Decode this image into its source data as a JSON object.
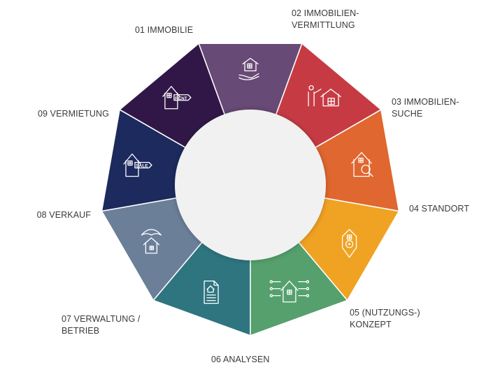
{
  "colors": {
    "background": "#ffffff",
    "separator": "#ffffff",
    "center": "#f1f1f1",
    "icon": "#ffffff",
    "text": "#3a3a3a"
  },
  "segments": [
    {
      "id": "immobilie",
      "lines": [
        "01 IMMOBILIE"
      ],
      "color": "#684a76",
      "icon": "house-in-hand-icon"
    },
    {
      "id": "vermittlung",
      "lines": [
        "02 IMMOBILIEN-",
        "VERMITTLUNG"
      ],
      "color": "#c63b43",
      "icon": "agent-presenting-house-icon"
    },
    {
      "id": "suche",
      "lines": [
        "03 IMMOBILIEN-",
        "SUCHE"
      ],
      "color": "#e0672f",
      "icon": "house-magnifier-icon"
    },
    {
      "id": "standort",
      "lines": [
        "04 STANDORT"
      ],
      "color": "#f0a223",
      "icon": "location-pin-house-icon"
    },
    {
      "id": "konzept",
      "lines": [
        "05 (NUTZUNGS-)",
        "KONZEPT"
      ],
      "color": "#55a06d",
      "icon": "house-network-icon"
    },
    {
      "id": "analysen",
      "lines": [
        "06 ANALYSEN"
      ],
      "color": "#2e7580",
      "icon": "document-house-icon"
    },
    {
      "id": "verwaltung",
      "lines": [
        "07 VERWALTUNG /",
        "BETRIEB"
      ],
      "color": "#6b7f99",
      "icon": "umbrella-house-icon"
    },
    {
      "id": "verkauf",
      "lines": [
        "08 VERKAUF"
      ],
      "color": "#1c2a5e",
      "icon": "house-sale-sign-icon"
    },
    {
      "id": "vermietung",
      "lines": [
        "09 VERMIETUNG"
      ],
      "color": "#311747",
      "icon": "house-rent-sign-icon"
    }
  ],
  "sign_text": {
    "rent": "RENT",
    "sale": "SALE"
  }
}
